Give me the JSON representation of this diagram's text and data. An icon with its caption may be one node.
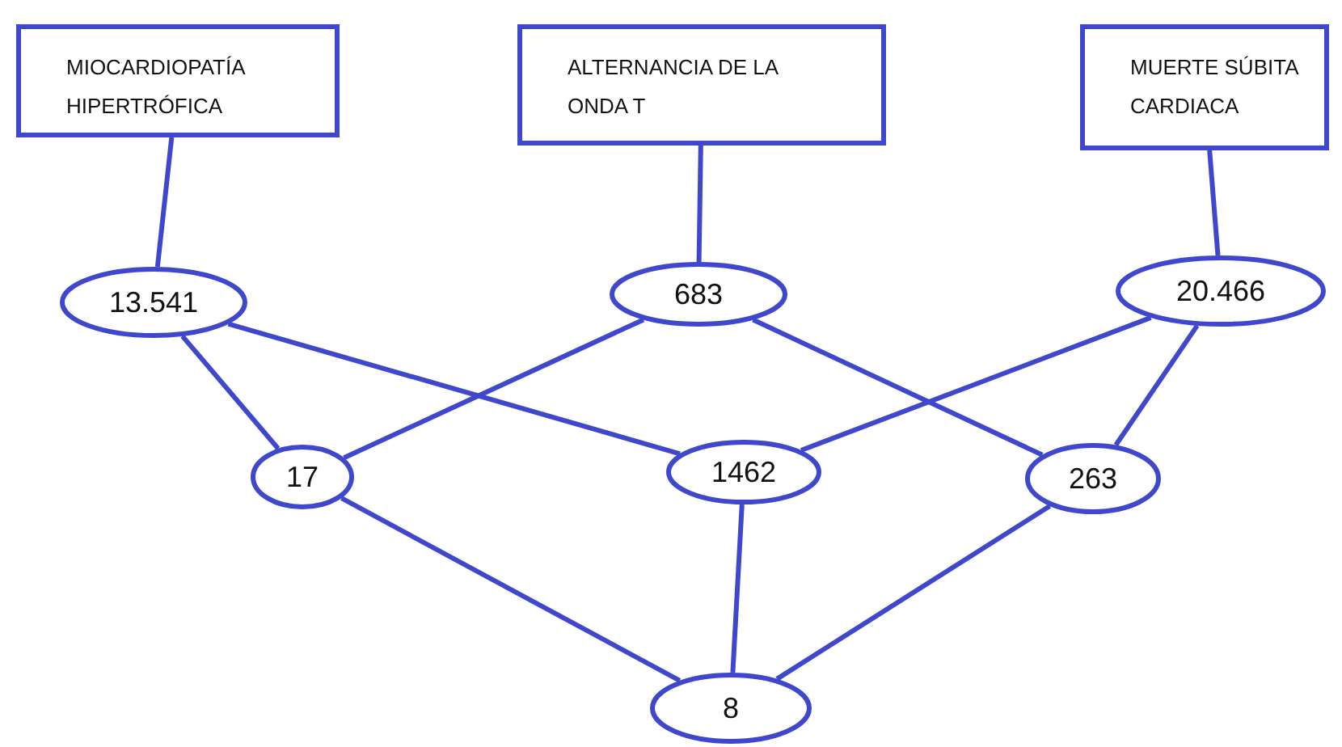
{
  "diagram": {
    "nodes": [
      {
        "text": [
          "MIOCARDIOPATÍA HIPERTRÓFICA"
        ]
      },
      {
        "text": [
          "ALTERNANCIA DE LA ONDA T"
        ]
      },
      {
        "text": [
          "MUERTE SÚBITA CARDIACA"
        ]
      },
      {
        "text": [
          "13.541"
        ]
      },
      {
        "text": [
          "683"
        ]
      },
      {
        "text": [
          "20.466"
        ]
      },
      {
        "text": [
          "17"
        ]
      },
      {
        "text": [
          "1462"
        ]
      },
      {
        "text": [
          "263"
        ]
      },
      {
        "text": [
          "8"
        ]
      }
    ],
    "edges": [
      {
        "from": 0,
        "to": 3,
        "arrow": "none"
      },
      {
        "from": 1,
        "to": 4,
        "arrow": "none"
      },
      {
        "from": 2,
        "to": 5,
        "arrow": "none"
      },
      {
        "from": 3,
        "to": 6,
        "arrow": "none"
      },
      {
        "from": 3,
        "to": 7,
        "arrow": "none"
      },
      {
        "from": 4,
        "to": 6,
        "arrow": "none"
      },
      {
        "from": 4,
        "to": 8,
        "arrow": "none"
      },
      {
        "from": 5,
        "to": 7,
        "arrow": "none"
      },
      {
        "from": 5,
        "to": 8,
        "arrow": "none"
      },
      {
        "from": 6,
        "to": 9,
        "arrow": "none"
      },
      {
        "from": 7,
        "to": 9,
        "arrow": "none"
      },
      {
        "from": 8,
        "to": 9,
        "arrow": "none"
      }
    ]
  }
}
